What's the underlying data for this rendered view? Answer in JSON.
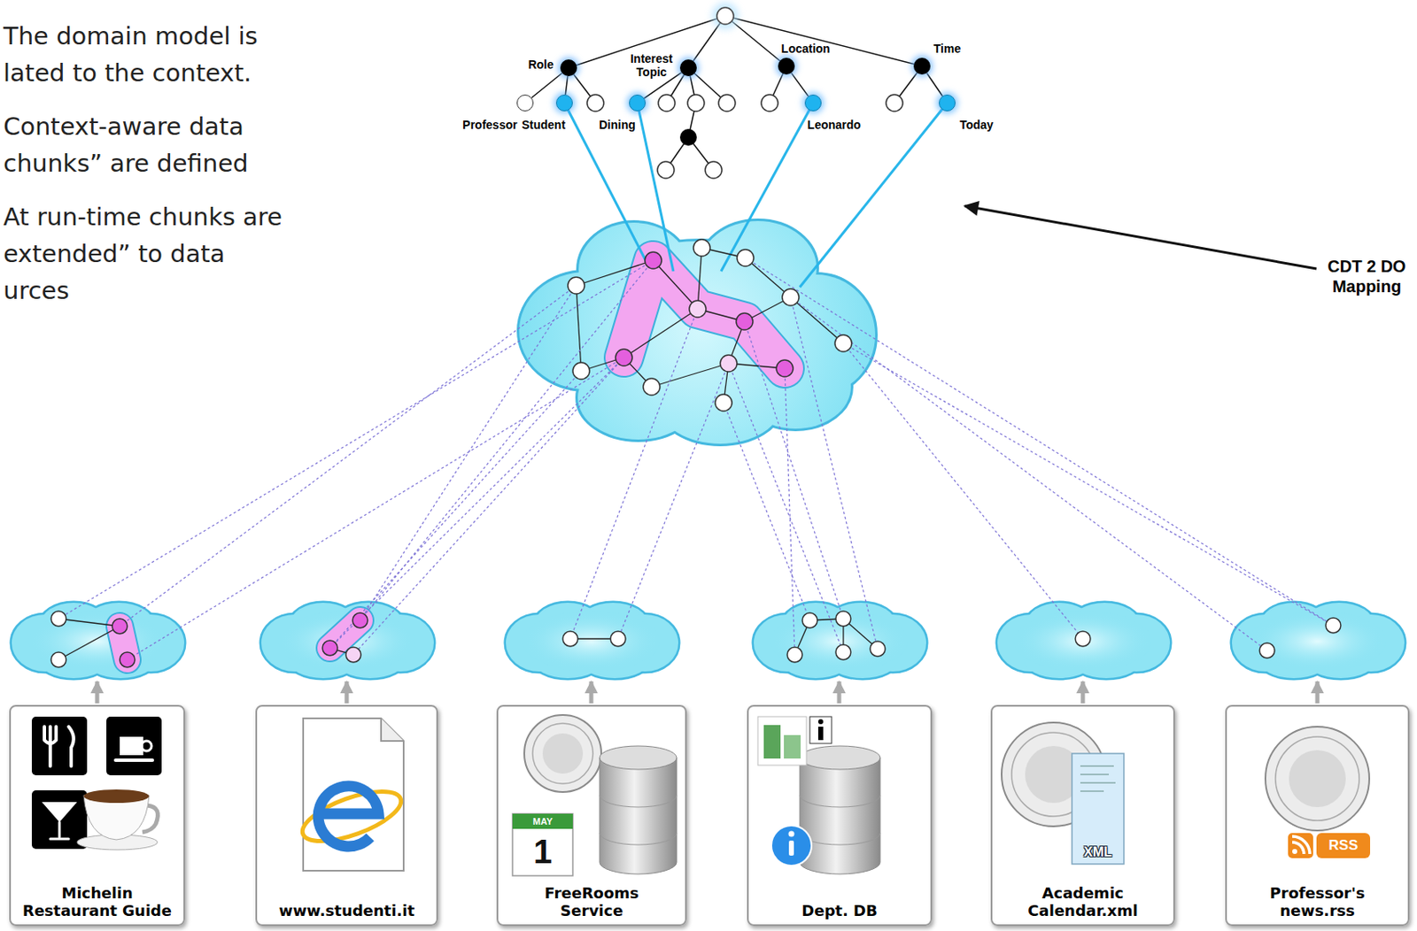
{
  "diagram": {
    "nodes": [
      {
        "text": [
          "Role"
        ]
      },
      {
        "text": [
          "Interest Topic"
        ]
      },
      {
        "text": [
          "Location"
        ]
      },
      {
        "text": [
          "Time"
        ]
      },
      {
        "text": [
          "Professor"
        ]
      },
      {
        "text": [
          "Student"
        ]
      },
      {
        "text": [
          "Dining"
        ]
      },
      {
        "text": [
          "Leonardo"
        ]
      },
      {
        "text": [
          "Today"
        ]
      },
      {
        "text": [
          "Michelin Restaurant Guide"
        ]
      },
      {
        "text": [
          "www.studenti.it"
        ]
      },
      {
        "text": [
          "FreeRooms Service"
        ]
      },
      {
        "text": [
          "Dept. DB"
        ]
      },
      {
        "text": [
          "Academic Calendar.xml"
        ]
      },
      {
        "text": [
          "Professor's news.rss"
        ]
      }
    ],
    "edges": [
      {
        "from": 0,
        "to": 4,
        "arrow": "none"
      },
      {
        "from": 0,
        "to": 5,
        "arrow": "none"
      },
      {
        "from": 1,
        "to": 6,
        "arrow": "none"
      },
      {
        "from": 2,
        "to": 7,
        "arrow": "none"
      },
      {
        "from": 3,
        "to": 8,
        "arrow": "none"
      }
    ],
    "labels": [
      "The domain model is lated to the context.",
      "Context-aware data chunks” are defined",
      "At run-time chunks are extended” to data urces",
      "CDT 2 DO Mapping",
      "MAY",
      "1",
      "XML",
      "RSS"
    ]
  }
}
